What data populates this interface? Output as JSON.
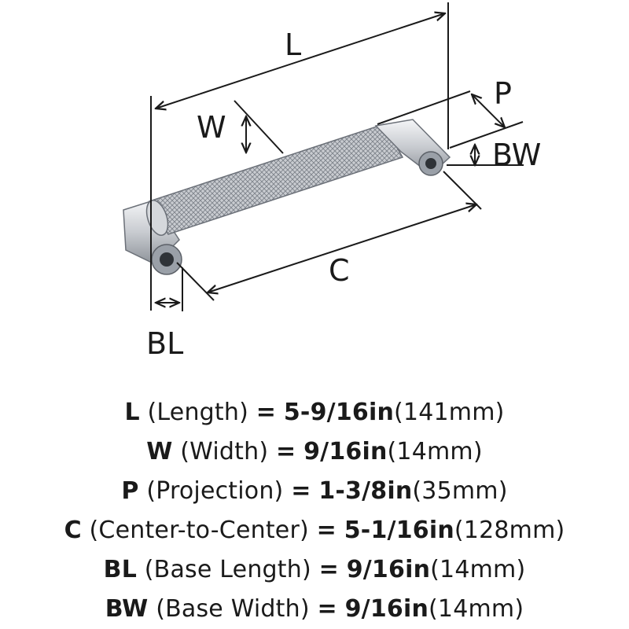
{
  "labels": {
    "L": "L",
    "W": "W",
    "P": "P",
    "BW": "BW",
    "C": "C",
    "BL": "BL"
  },
  "specs": [
    {
      "code": "L",
      "name": "(Length)",
      "eq": "=",
      "imperial": "5-9/16in",
      "metric": "(141mm)"
    },
    {
      "code": "W",
      "name": "(Width)",
      "eq": "=",
      "imperial": "9/16in",
      "metric": "(14mm)"
    },
    {
      "code": "P",
      "name": "(Projection)",
      "eq": "=",
      "imperial": "1-3/8in",
      "metric": "(35mm)"
    },
    {
      "code": "C",
      "name": "(Center-to-Center)",
      "eq": "=",
      "imperial": "5-1/16in",
      "metric": "(128mm)"
    },
    {
      "code": "BL",
      "name": "(Base Length)",
      "eq": "=",
      "imperial": "9/16in",
      "metric": "(14mm)"
    },
    {
      "code": "BW",
      "name": "(Base Width)",
      "eq": "=",
      "imperial": "9/16in",
      "metric": "(14mm)"
    }
  ]
}
